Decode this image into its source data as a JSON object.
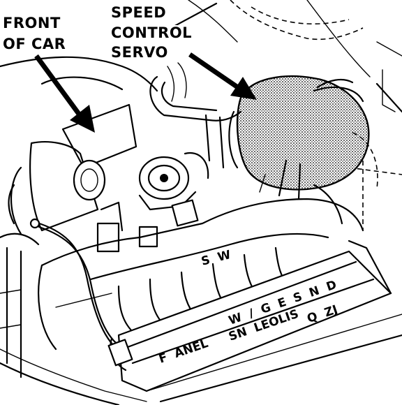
{
  "labels": {
    "front_line1": "FRONT",
    "front_line2": "OF CAR",
    "servo_line1": "SPEED",
    "servo_line2": "CONTROL",
    "servo_line3": "SERVO"
  },
  "manifold_marks": {
    "top_stamp": "S  W",
    "rail_stamp": "W  /  G  E  S  N  D",
    "rail_stamp2": "SN  LEOLIS",
    "rail_stamp3": "    Q  ZJ",
    "front_stamp": "F  ANEL"
  },
  "colors": {
    "ink": "#000000",
    "paper": "#ffffff",
    "stipple": "#8a8a8a"
  }
}
